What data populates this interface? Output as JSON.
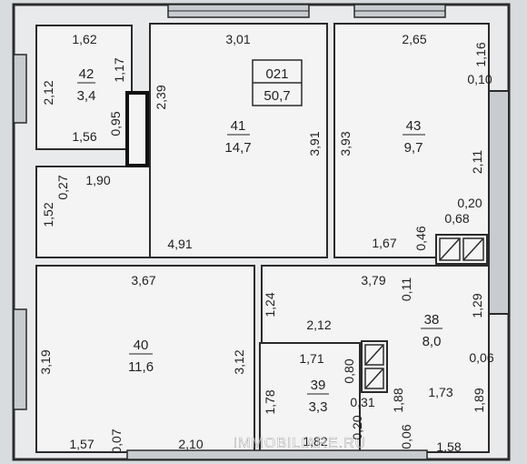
{
  "apartment": {
    "number": "021",
    "total_area": "50,7"
  },
  "rooms": [
    {
      "id": "40",
      "area": "11,6"
    },
    {
      "id": "41",
      "area": "14,7"
    },
    {
      "id": "42",
      "area": "3,4"
    },
    {
      "id": "43",
      "area": "9,7"
    },
    {
      "id": "38",
      "area": "8,0"
    },
    {
      "id": "39",
      "area": "3,3"
    }
  ],
  "dimensions": {
    "d_1_62": "1,62",
    "d_2_12": "2,12",
    "d_1_17": "1,17",
    "d_1_56": "1,56",
    "d_0_95": "0,95",
    "d_2_39": "2,39",
    "d_3_01": "3,01",
    "d_3_91": "3,91",
    "d_3_93": "3,93",
    "d_2_65": "2,65",
    "d_1_16": "1,16",
    "d_0_10": "0,10",
    "d_2_11": "2,11",
    "d_0_20a": "0,20",
    "d_0_68": "0,68",
    "d_0_46": "0,46",
    "d_1_67": "1,67",
    "d_0_27": "0,27",
    "d_1_90": "1,90",
    "d_1_52": "1,52",
    "d_4_91": "4,91",
    "d_3_67": "3,67",
    "d_1_24": "1,24",
    "d_3_79": "3,79",
    "d_0_11": "0,11",
    "d_1_29": "1,29",
    "d_3_19": "3,19",
    "d_3_12": "3,12",
    "d_2_12b": "2,12",
    "d_1_71": "1,71",
    "d_0_80": "0,80",
    "d_0_06a": "0,06",
    "d_1_78": "1,78",
    "d_0_31": "0,31",
    "d_1_88": "1,88",
    "d_1_73": "1,73",
    "d_1_89": "1,89",
    "d_0_20b": "0,20",
    "d_0_06b": "0,06",
    "d_1_57": "1,57",
    "d_0_07": "0,07",
    "d_2_10": "2,10",
    "d_1_82": "1,82",
    "d_1_58": "1,58"
  },
  "watermark": "IMMOBILIARE.RU",
  "colors": {
    "background": "#d9dcdf",
    "wall": "#2b2b2b",
    "room": "#f4f4f4",
    "window": "#c8ccd0"
  }
}
